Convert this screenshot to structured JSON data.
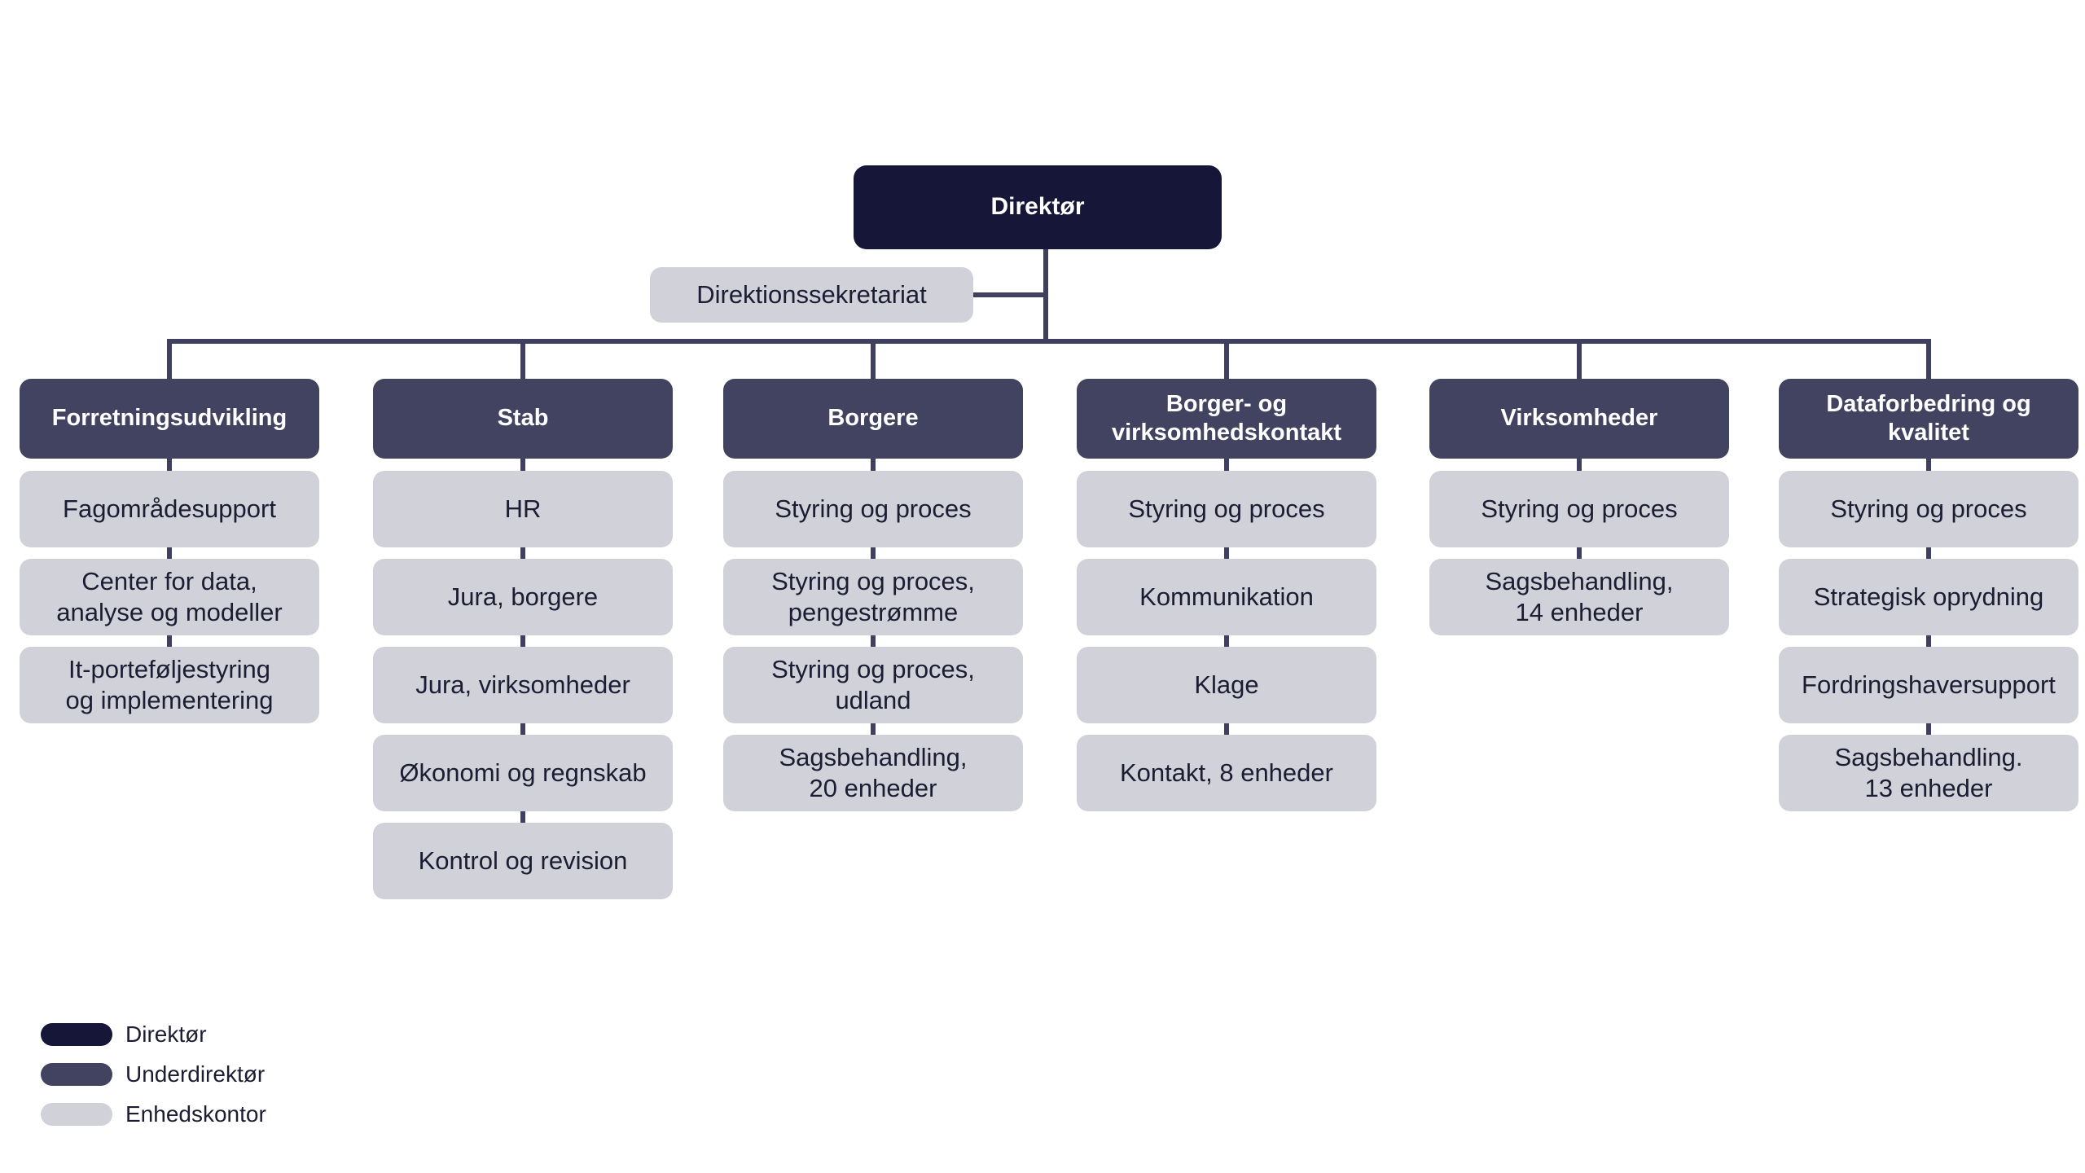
{
  "colors": {
    "direktor": "#151638",
    "underdirektor": "#424361",
    "enhedskontor": "#d0d1d9",
    "connector": "#3f4060"
  },
  "direktor": {
    "label": "Direktør"
  },
  "sekretariat": {
    "label": "Direktionssekretariat"
  },
  "departments": [
    {
      "title": "Forretningsudvikling",
      "units": [
        "Fagområdesupport",
        "Center for data,\nanalyse og modeller",
        "It-porteføljestyring\nog implementering"
      ]
    },
    {
      "title": "Stab",
      "units": [
        "HR",
        "Jura, borgere",
        "Jura, virksomheder",
        "Økonomi og regnskab",
        "Kontrol og revision"
      ]
    },
    {
      "title": "Borgere",
      "units": [
        "Styring og proces",
        "Styring og proces,\npengestrømme",
        "Styring og proces,\nudland",
        "Sagsbehandling,\n20 enheder"
      ]
    },
    {
      "title": "Borger- og\nvirksomhedskontakt",
      "units": [
        "Styring og proces",
        "Kommunikation",
        "Klage",
        "Kontakt, 8 enheder"
      ]
    },
    {
      "title": "Virksomheder",
      "units": [
        "Styring og proces",
        "Sagsbehandling,\n14 enheder"
      ]
    },
    {
      "title": "Dataforbedring og\nkvalitet",
      "units": [
        "Styring og proces",
        "Strategisk oprydning",
        "Fordringshaversupport",
        "Sagsbehandling.\n13 enheder"
      ]
    }
  ],
  "legend": [
    {
      "label": "Direktør",
      "color": "#151638"
    },
    {
      "label": "Underdirektør",
      "color": "#424361"
    },
    {
      "label": "Enhedskontor",
      "color": "#d0d1d9"
    }
  ]
}
